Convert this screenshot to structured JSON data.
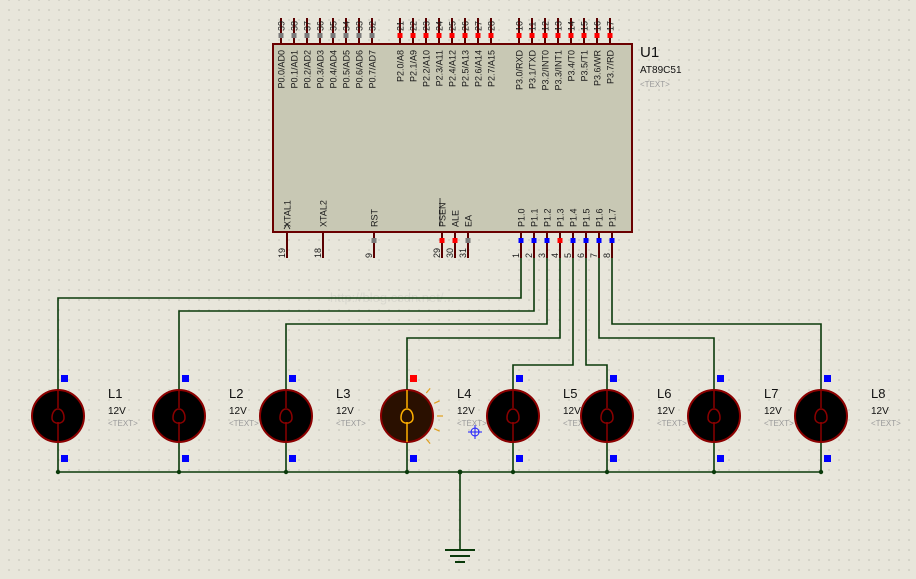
{
  "colors": {
    "background": "#e8e6db",
    "grid_dot": "#9c9c92",
    "chip_fill": "#c8c8b4",
    "chip_border": "#6a0000",
    "wire": "#0a3a0a",
    "lamp_fill": "#000000",
    "lamp_border": "#8b0000",
    "pin_active": "#0000ff",
    "pin_high": "#ff0000",
    "pin_gray": "#7a7a7a",
    "watermark": "#d8d8d2"
  },
  "chip": {
    "ref": "U1",
    "part": "AT89C51",
    "text_placeholder": "<TEXT>",
    "top_pins": [
      {
        "num": "39",
        "label": "P0.0/AD0",
        "state": "gray"
      },
      {
        "num": "38",
        "label": "P0.1/AD1",
        "state": "gray"
      },
      {
        "num": "37",
        "label": "P0.2/AD2",
        "state": "gray"
      },
      {
        "num": "36",
        "label": "P0.3/AD3",
        "state": "gray"
      },
      {
        "num": "35",
        "label": "P0.4/AD4",
        "state": "gray"
      },
      {
        "num": "34",
        "label": "P0.5/AD5",
        "state": "gray"
      },
      {
        "num": "33",
        "label": "P0.6/AD6",
        "state": "gray"
      },
      {
        "num": "32",
        "label": "P0.7/AD7",
        "state": "gray"
      },
      {
        "num": "21",
        "label": "P2.0/A8",
        "state": "high"
      },
      {
        "num": "22",
        "label": "P2.1/A9",
        "state": "high"
      },
      {
        "num": "23",
        "label": "P2.2/A10",
        "state": "high"
      },
      {
        "num": "24",
        "label": "P2.3/A11",
        "state": "high"
      },
      {
        "num": "25",
        "label": "P2.4/A12",
        "state": "high"
      },
      {
        "num": "26",
        "label": "P2.5/A13",
        "state": "high"
      },
      {
        "num": "27",
        "label": "P2.6/A14",
        "state": "high"
      },
      {
        "num": "28",
        "label": "P2.7/A15",
        "state": "high"
      },
      {
        "num": "10",
        "label": "P3.0/RXD",
        "state": "high"
      },
      {
        "num": "11",
        "label": "P3.1/TXD",
        "state": "high"
      },
      {
        "num": "12",
        "label": "P3.2/INT0",
        "state": "high"
      },
      {
        "num": "13",
        "label": "P3.3/INT1",
        "state": "high"
      },
      {
        "num": "14",
        "label": "P3.4/T0",
        "state": "high"
      },
      {
        "num": "15",
        "label": "P3.5/T1",
        "state": "high"
      },
      {
        "num": "16",
        "label": "P3.6/WR",
        "state": "high"
      },
      {
        "num": "17",
        "label": "P3.7/RD",
        "state": "high"
      }
    ],
    "bottom_pins": [
      {
        "num": "19",
        "label": "XTAL1",
        "state": "none"
      },
      {
        "num": "18",
        "label": "XTAL2",
        "state": "none"
      },
      {
        "num": "9",
        "label": "RST",
        "state": "gray"
      },
      {
        "num": "29",
        "label": "PSEN",
        "state": "high"
      },
      {
        "num": "30",
        "label": "ALE",
        "state": "high"
      },
      {
        "num": "31",
        "label": "EA",
        "state": "gray"
      },
      {
        "num": "1",
        "label": "P1.0",
        "state": "active"
      },
      {
        "num": "2",
        "label": "P1.1",
        "state": "active"
      },
      {
        "num": "3",
        "label": "P1.2",
        "state": "active"
      },
      {
        "num": "4",
        "label": "P1.3",
        "state": "high"
      },
      {
        "num": "5",
        "label": "P1.4",
        "state": "active"
      },
      {
        "num": "6",
        "label": "P1.5",
        "state": "active"
      },
      {
        "num": "7",
        "label": "P1.6",
        "state": "active"
      },
      {
        "num": "8",
        "label": "P1.7",
        "state": "active"
      }
    ]
  },
  "lamps": [
    {
      "ref": "L1",
      "voltage": "12V",
      "text": "<TEXT>",
      "lit": false,
      "top_pin": "active",
      "bottom_pin": "active"
    },
    {
      "ref": "L2",
      "voltage": "12V",
      "text": "<TEXT>",
      "lit": false,
      "top_pin": "active",
      "bottom_pin": "active"
    },
    {
      "ref": "L3",
      "voltage": "12V",
      "text": "<TEXT>",
      "lit": false,
      "top_pin": "active",
      "bottom_pin": "active"
    },
    {
      "ref": "L4",
      "voltage": "12V",
      "text": "<TEXT>",
      "lit": true,
      "top_pin": "high",
      "bottom_pin": "active"
    },
    {
      "ref": "L5",
      "voltage": "12V",
      "text": "<TEXT>",
      "lit": false,
      "top_pin": "active",
      "bottom_pin": "active"
    },
    {
      "ref": "L6",
      "voltage": "12V",
      "text": "<TEXT>",
      "lit": false,
      "top_pin": "active",
      "bottom_pin": "active"
    },
    {
      "ref": "L7",
      "voltage": "12V",
      "text": "<TEXT>",
      "lit": false,
      "top_pin": "active",
      "bottom_pin": "active"
    },
    {
      "ref": "L8",
      "voltage": "12V",
      "text": "<TEXT>",
      "lit": false,
      "top_pin": "active",
      "bottom_pin": "active"
    }
  ],
  "icons": {
    "ground": "ground-symbol-icon",
    "cursor": "crosshair-cursor-icon"
  }
}
